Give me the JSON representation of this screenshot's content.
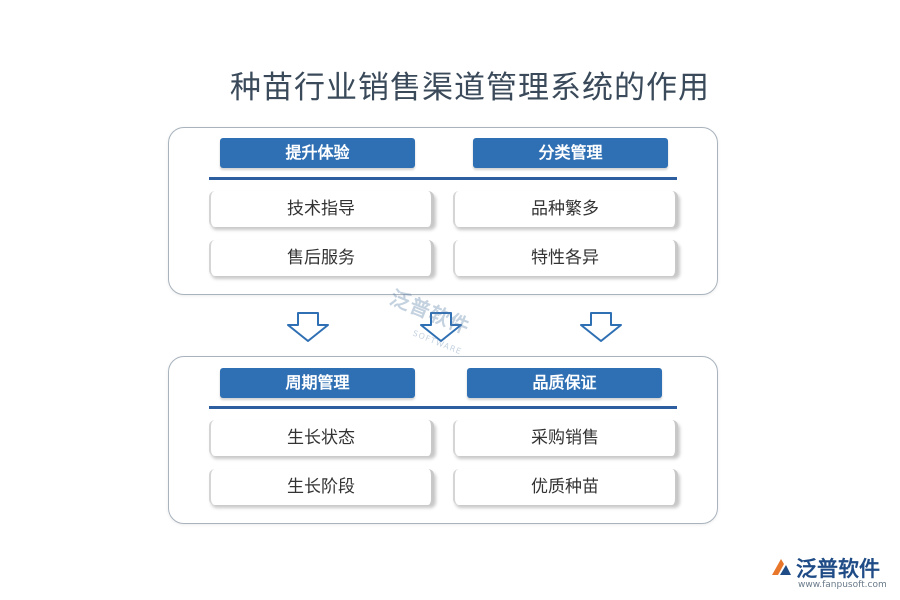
{
  "title": "种苗行业销售渠道管理系统的作用",
  "top": {
    "left_header": "提升体验",
    "right_header": "分类管理",
    "left_items": [
      "技术指导",
      "售后服务"
    ],
    "right_items": [
      "品种繁多",
      "特性各异"
    ]
  },
  "bottom": {
    "left_header": "周期管理",
    "right_header": "品质保证",
    "left_items": [
      "生长状态",
      "生长阶段"
    ],
    "right_items": [
      "采购销售",
      "优质种苗"
    ]
  },
  "watermark": {
    "name": "泛普软件",
    "sub": "SOFTWARE"
  },
  "logo": {
    "name": "泛普软件",
    "url": "www.fanpusoft.com"
  },
  "colors": {
    "header_blue": "#2f6fb3",
    "rule_blue": "#2c5ea0",
    "arrow_blue": "#2f6fb3"
  }
}
